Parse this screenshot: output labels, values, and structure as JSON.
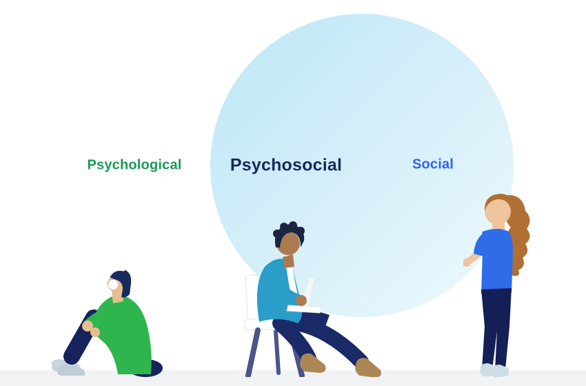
{
  "diagram": {
    "type": "venn",
    "left": {
      "label": "Psychological",
      "label_color": "#179a56"
    },
    "intersection": {
      "label": "Psychosocial",
      "label_color": "#17295a"
    },
    "right": {
      "label": "Social",
      "label_color": "#2f63e9"
    }
  },
  "palette": {
    "background": "#ffffff",
    "floor": "#f0f2f4",
    "left_circle_gradient": [
      "#eaf6ed",
      "#b4e2bd"
    ],
    "right_circle_gradient": [
      "#bde6f6",
      "#eef9fd"
    ],
    "overlap_tint": "#8fd3c4"
  },
  "figures": [
    {
      "name": "person-sitting-on-floor-with-headphones",
      "shirt_color": "#2fb54d",
      "pants_color": "#16235c"
    },
    {
      "name": "person-seated-on-chair-with-laptop",
      "jacket_color": "#2a9dc9",
      "pants_color": "#1a2a66"
    },
    {
      "name": "person-standing-talking",
      "shirt_color": "#2e6ce8",
      "pants_color": "#141f55"
    }
  ]
}
